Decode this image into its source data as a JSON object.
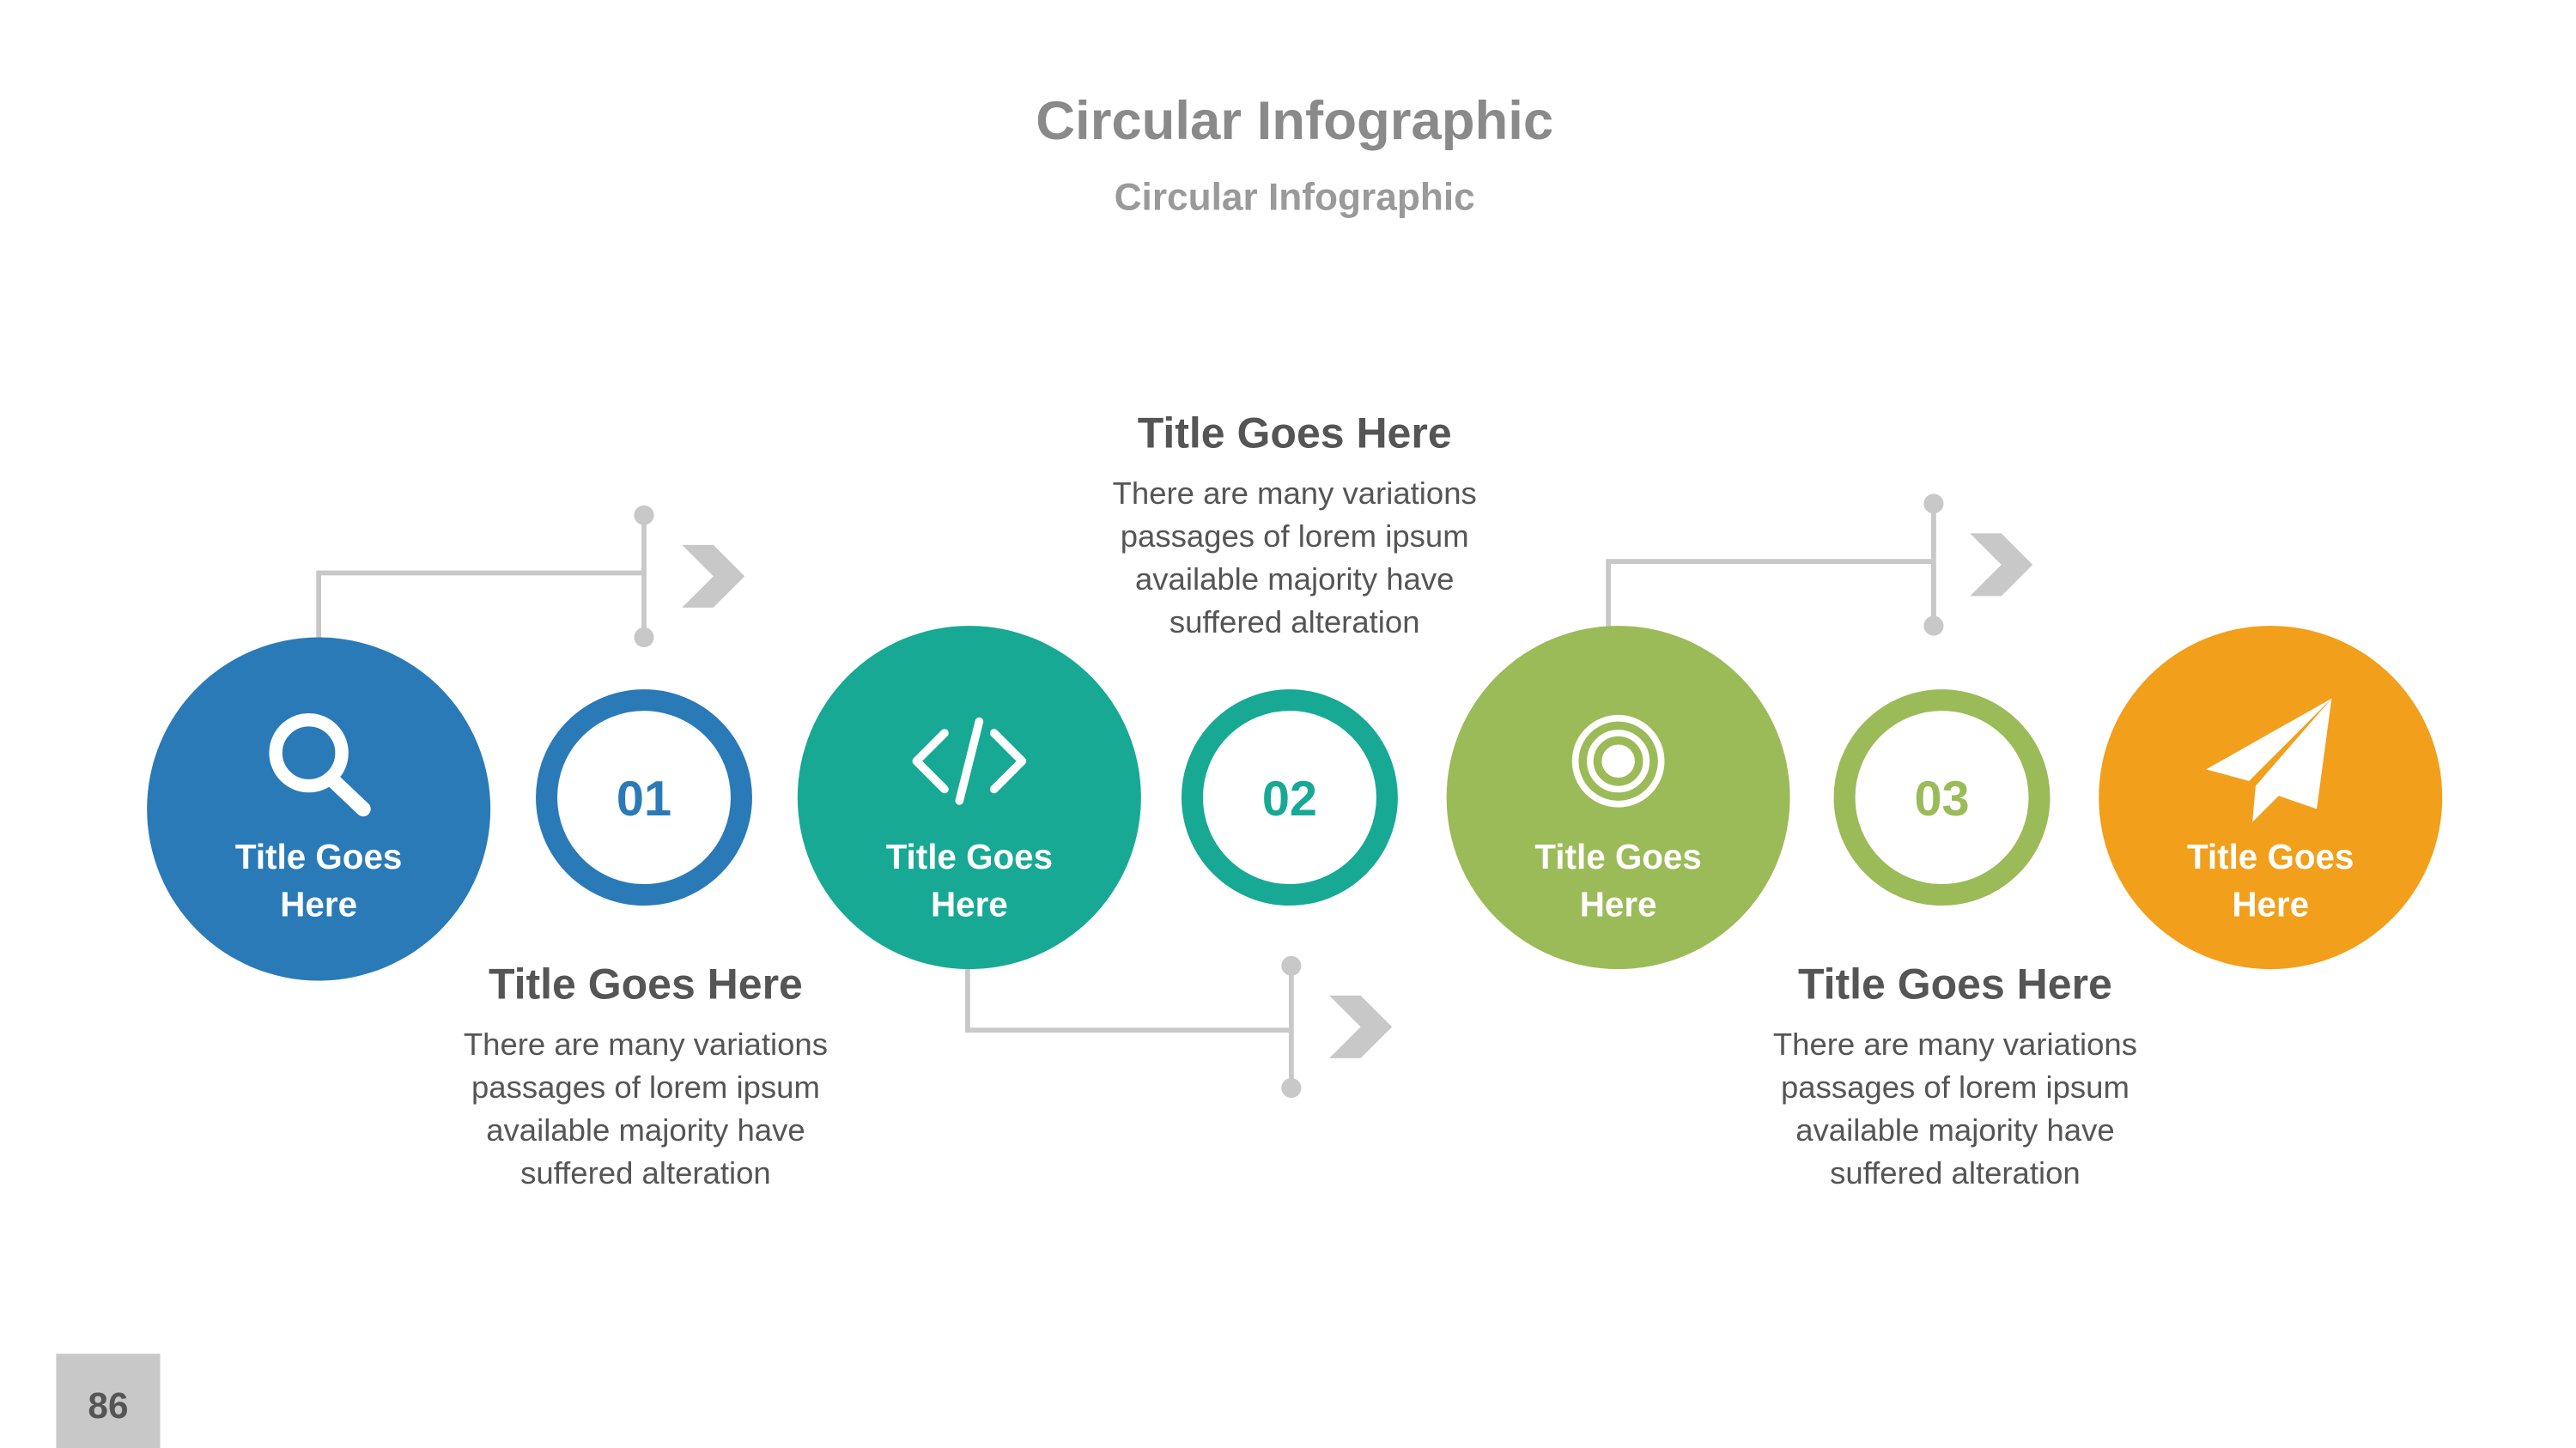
{
  "header": {
    "title": "Circular Infographic",
    "subtitle": "Circular Infographic"
  },
  "colors": {
    "blue": "#2a7ab8",
    "teal": "#17a994",
    "green": "#9bbb59",
    "orange": "#f29f1b",
    "connector": "#c8c8c8"
  },
  "circles": [
    {
      "icon": "search-icon",
      "label_line1": "Title Goes",
      "label_line2": "Here"
    },
    {
      "icon": "code-icon",
      "label_line1": "Title Goes",
      "label_line2": "Here"
    },
    {
      "icon": "target-icon",
      "label_line1": "Title Goes",
      "label_line2": "Here"
    },
    {
      "icon": "paper-plane-icon",
      "label_line1": "Title Goes",
      "label_line2": "Here"
    }
  ],
  "steps": [
    {
      "number": "01",
      "title": "Title Goes Here",
      "lines": [
        "There are many variations",
        "passages of lorem ipsum",
        "available majority have",
        "suffered alteration"
      ]
    },
    {
      "number": "02",
      "title": "Title Goes Here",
      "lines": [
        "There are many variations",
        "passages of lorem ipsum",
        "available majority have",
        "suffered alteration"
      ]
    },
    {
      "number": "03",
      "title": "Title Goes Here",
      "lines": [
        "There are many variations",
        "passages of lorem ipsum",
        "available majority have",
        "suffered alteration"
      ]
    }
  ],
  "page_number": "86"
}
